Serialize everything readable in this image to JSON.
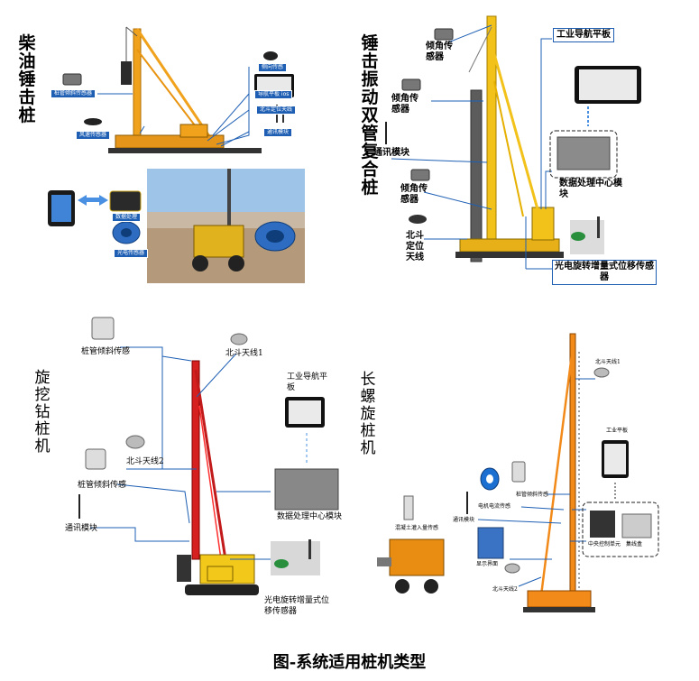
{
  "caption": "图-系统适用桩机类型",
  "q1": {
    "title": "柴油锤击桩",
    "tags": {
      "t1": "侧向传感",
      "t2": "导航平板 ios",
      "t3": "北斗定位天线",
      "t4": "通讯模块",
      "t5": "桩管倾斜传感器",
      "t6": "风速传感器",
      "t7": "数据处理",
      "t8": "光电传感器"
    }
  },
  "q2": {
    "title": "锤击振动双管复合桩",
    "labels": {
      "qinjiao1": "倾角传感器",
      "qinjiao2": "倾角传感器",
      "tongxun": "通讯模块",
      "qinjiao3": "倾角传感器",
      "beidou": "北斗定位天线",
      "gongye": "工业导航平板",
      "shuju": "数据处理中心模块",
      "guangdian": "光电旋转增量式位移传感器"
    }
  },
  "q3": {
    "title": "旋挖钻桩机",
    "labels": {
      "zhuguan1": "桩管倾斜传感",
      "beidou1": "北斗天线1",
      "gongye": "工业导航平板",
      "beidou2": "北斗天线2",
      "zhuguan2": "桩管倾斜传感",
      "tongxun": "通讯模块",
      "shuju": "数据处理中心模块",
      "guangdian": "光电旋转增量式位移传感器"
    }
  },
  "q4": {
    "title": "长螺旋桩机",
    "labels": {
      "beidou1": "北斗天线1",
      "gongye": "工业平板",
      "zhuguan": "桩管倾斜传感",
      "dianji": "电机电流传感",
      "tongxun": "通讯模块",
      "hunningtu": "混凝土灌入量传感",
      "xianshi": "显示界面",
      "zhongyang": "中央控制单元",
      "bianxian": "集线盒",
      "beidou2": "北斗天线2"
    }
  }
}
